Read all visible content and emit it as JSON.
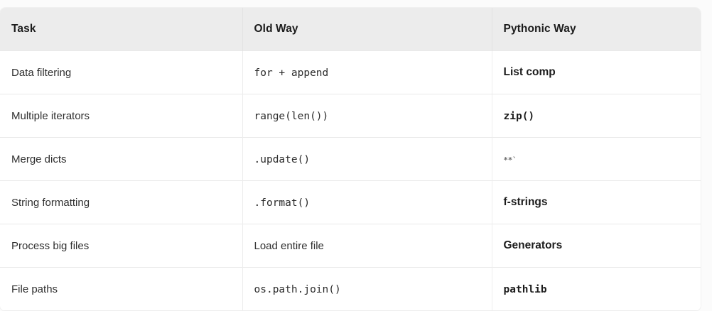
{
  "table": {
    "columns": [
      {
        "label": "Task"
      },
      {
        "label": "Old Way"
      },
      {
        "label": "Pythonic Way"
      }
    ],
    "rows": [
      {
        "task": "Data filtering",
        "old_way": "for + append",
        "old_way_style": "code",
        "pythonic_way": "List comp",
        "pythonic_style": "strong"
      },
      {
        "task": "Multiple iterators",
        "old_way": "range(len())",
        "old_way_style": "code",
        "pythonic_way": "zip()",
        "pythonic_style": "codeb"
      },
      {
        "task": "Merge dicts",
        "old_way": ".update()",
        "old_way_style": "code",
        "pythonic_way": "**`",
        "pythonic_style": "faint"
      },
      {
        "task": "String formatting",
        "old_way": ".format()",
        "old_way_style": "code",
        "pythonic_way": "f-strings",
        "pythonic_style": "strong"
      },
      {
        "task": "Process big files",
        "old_way": "Load entire file",
        "old_way_style": "plain",
        "pythonic_way": "Generators",
        "pythonic_style": "strong"
      },
      {
        "task": "File paths",
        "old_way": "os.path.join()",
        "old_way_style": "code",
        "pythonic_way": "pathlib",
        "pythonic_style": "codeb"
      }
    ]
  },
  "colors": {
    "page_background": "#fbfbfb",
    "header_background": "#ececec",
    "row_background": "#ffffff",
    "border": "#ededed",
    "text": "#2f2f2f",
    "heading_text": "#1c1c1c"
  }
}
